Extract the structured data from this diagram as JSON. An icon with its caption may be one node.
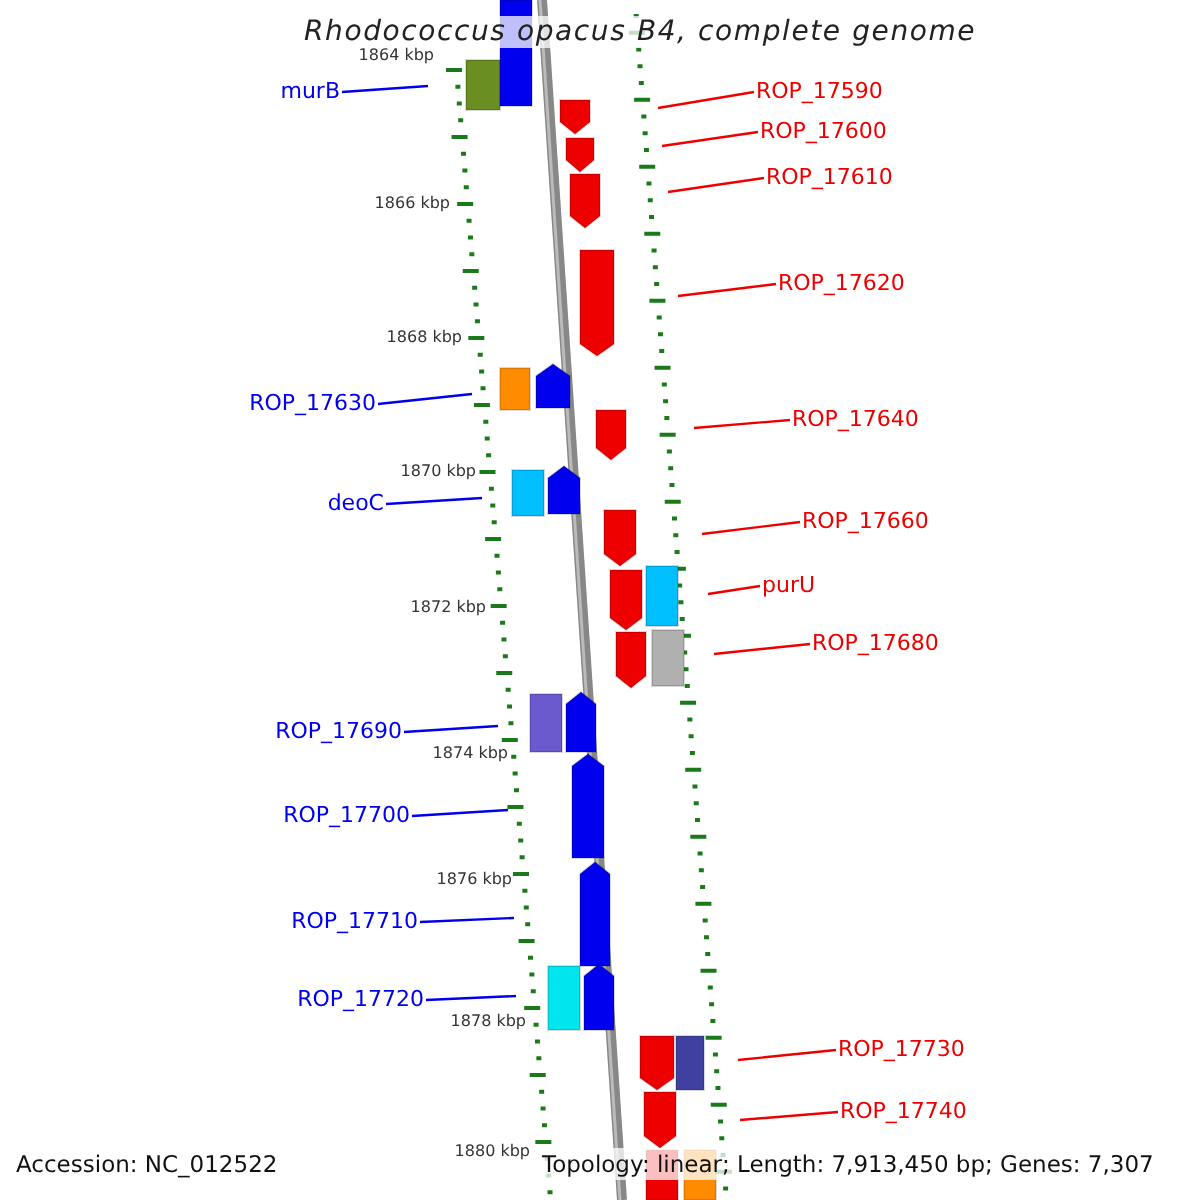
{
  "diagram": {
    "title": "Rhodococcus opacus B4, complete genome",
    "nodes": [
      {
        "text": [
          "murB"
        ]
      },
      {
        "text": [
          "ROP_17590"
        ]
      },
      {
        "text": [
          "ROP_17600"
        ]
      },
      {
        "text": [
          "ROP_17610"
        ]
      },
      {
        "text": [
          "ROP_17620"
        ]
      },
      {
        "text": [
          "ROP_17630"
        ]
      },
      {
        "text": [
          "ROP_17640"
        ]
      },
      {
        "text": [
          "deoC"
        ]
      },
      {
        "text": [
          "ROP_17660"
        ]
      },
      {
        "text": [
          "purU"
        ]
      },
      {
        "text": [
          "ROP_17680"
        ]
      },
      {
        "text": [
          "ROP_17690"
        ]
      },
      {
        "text": [
          "ROP_17700"
        ]
      },
      {
        "text": [
          "ROP_17710"
        ]
      },
      {
        "text": [
          "ROP_17720"
        ]
      },
      {
        "text": [
          "ROP_17730"
        ]
      },
      {
        "text": [
          "ROP_17740"
        ]
      }
    ],
    "edges": [
      {
        "from": 0,
        "to": null,
        "arrow": "none",
        "color": "#0000ee"
      },
      {
        "from": 1,
        "to": null,
        "arrow": "none"
      },
      {
        "from": 2,
        "to": null,
        "arrow": "none"
      },
      {
        "from": 3,
        "to": null,
        "arrow": "none"
      },
      {
        "from": 4,
        "to": null,
        "arrow": "none"
      },
      {
        "from": 5,
        "to": null,
        "arrow": "none",
        "color": "#0000ee"
      },
      {
        "from": 6,
        "to": null,
        "arrow": "none"
      },
      {
        "from": 7,
        "to": null,
        "arrow": "none",
        "color": "#0000ee"
      },
      {
        "from": 8,
        "to": null,
        "arrow": "none"
      },
      {
        "from": 9,
        "to": null,
        "arrow": "none"
      },
      {
        "from": 10,
        "to": null,
        "arrow": "none"
      },
      {
        "from": 11,
        "to": null,
        "arrow": "none",
        "color": "#0000ee"
      },
      {
        "from": 12,
        "to": null,
        "arrow": "none",
        "color": "#0000ee"
      },
      {
        "from": 13,
        "to": null,
        "arrow": "none",
        "color": "#0000ee"
      },
      {
        "from": 14,
        "to": null,
        "arrow": "none",
        "color": "#0000ee"
      },
      {
        "from": 15,
        "to": null,
        "arrow": "none"
      },
      {
        "from": 16,
        "to": null,
        "arrow": "none"
      }
    ],
    "labels": [
      "1864 kbp",
      "1866 kbp",
      "1868 kbp",
      "1870 kbp",
      "1872 kbp",
      "1874 kbp",
      "1876 kbp",
      "1878 kbp",
      "1880 kbp",
      "Accession: NC_012522",
      "Topology: linear; Length: 7,913,450 bp; Genes: 7,307"
    ]
  }
}
